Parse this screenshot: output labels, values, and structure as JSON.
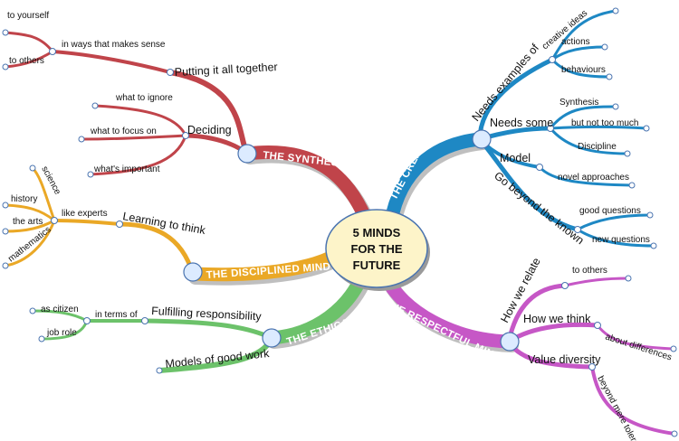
{
  "center": {
    "line1": "5 MINDS",
    "line2": "FOR THE",
    "line3": "FUTURE"
  },
  "colors": {
    "red": "#c0444a",
    "blue": "#1e88c4",
    "orange": "#eaa826",
    "green": "#6cc26a",
    "purple": "#c657c6"
  },
  "synthesizing": {
    "band": "THE SYNTHESIZING MIND",
    "putting": "Putting it all together",
    "in_ways": "in ways that makes sense",
    "to_yourself": "to yourself",
    "to_others": "to others",
    "deciding": "Deciding",
    "what_to_ignore": "what to ignore",
    "what_to_focus_on": "what to focus on",
    "whats_important": "what's important"
  },
  "creating": {
    "band": "THE CREATING MIND",
    "needs_examples": "Needs examples of",
    "creative_ideas": "creative ideas",
    "actions": "actions",
    "behaviours": "behaviours",
    "needs_some": "Needs some",
    "synthesis": "Synthesis",
    "but_not_too_much": "but not too much",
    "discipline": "Discipline",
    "model": "Model",
    "novel_approaches": "novel approaches",
    "go_beyond": "Go beyond the known",
    "good_questions": "good questions",
    "new_questions": "new questions"
  },
  "disciplined": {
    "band": "THE DISCIPLINED MIND",
    "learning": "Learning to think",
    "like_experts": "like experts",
    "science": "science",
    "history": "history",
    "the_arts": "the arts",
    "mathematics": "mathematics"
  },
  "ethical": {
    "band": "THE ETHICAL MIND",
    "fulfilling": "Fulfilling responsibility",
    "in_terms_of": "in terms of",
    "as_citizen": "as citizen",
    "job_role": "job role",
    "models": "Models of good work"
  },
  "respectful": {
    "band": "THE RESPECTFUL MIND",
    "how_we_relate": "How we relate",
    "to_others": "to others",
    "how_we_think": "How we think",
    "about_differences": "about differences",
    "value_diversity": "Value diversity",
    "beyond_tolerance": "beyond mere tolerance"
  }
}
